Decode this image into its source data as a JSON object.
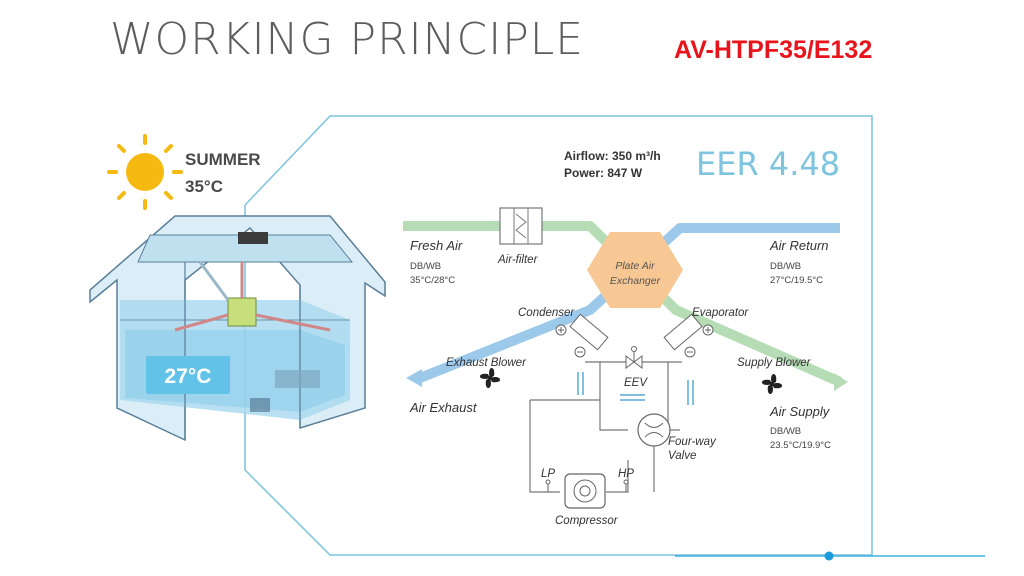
{
  "header": {
    "title": "WORKING PRINCIPLE",
    "model": "AV-HTPF35/E132"
  },
  "season": {
    "label": "SUMMER",
    "outdoor_temp": "35°C",
    "indoor_temp": "27°C"
  },
  "performance": {
    "airflow": "Airflow: 350 m³/h",
    "power": "Power: 847 W",
    "eer": "EER 4.48"
  },
  "streams": {
    "fresh_air": {
      "label": "Fresh Air",
      "cond_label": "DB/WB",
      "cond_value": "35°C/28°C"
    },
    "air_return": {
      "label": "Air Return",
      "cond_label": "DB/WB",
      "cond_value": "27°C/19.5°C"
    },
    "air_exhaust": {
      "label": "Air Exhaust"
    },
    "air_supply": {
      "label": "Air Supply",
      "cond_label": "DB/WB",
      "cond_value": "23.5°C/19.9°C"
    }
  },
  "components": {
    "air_filter": "Air-filter",
    "exchanger_line1": "Plate Air",
    "exchanger_line2": "Exchanger",
    "condenser": "Condenser",
    "evaporator": "Evaporator",
    "exhaust_blower": "Exhaust Blower",
    "supply_blower": "Supply Blower",
    "eev": "EEV",
    "four_way_line1": "Four-way",
    "four_way_line2": "Valve",
    "lp": "LP",
    "hp": "HP",
    "compressor": "Compressor"
  },
  "colors": {
    "fresh_air": "#b5dcb4",
    "return_air": "#9cc9ea",
    "exchanger": "#f7c894",
    "frame": "#7cc3de",
    "model": "#e8141b"
  }
}
